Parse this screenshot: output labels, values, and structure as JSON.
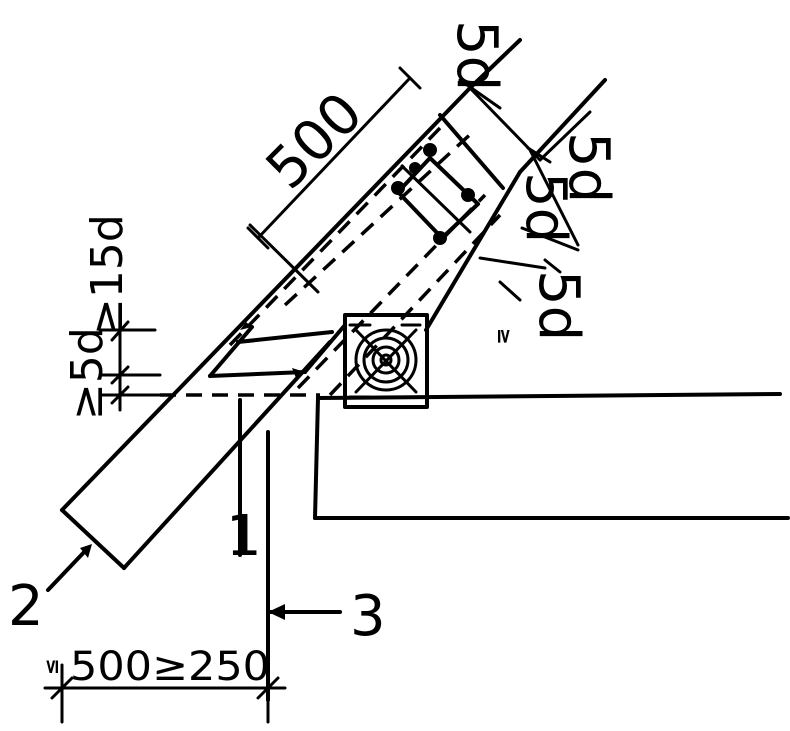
{
  "labels": {
    "dim_500": "500",
    "dim_5d_top": "5d",
    "dim_5d_a": "5d",
    "dim_5d_b": "5d",
    "dim_5d_c": "5d",
    "dim_15d": "≥15d",
    "dim_5d_left": "≥5d",
    "dim_ge_right": "≥",
    "dim_bottom": "500≥250",
    "dim_bottom_ge": "≤",
    "callout_1": "1",
    "callout_2": "2",
    "callout_3": "3"
  }
}
